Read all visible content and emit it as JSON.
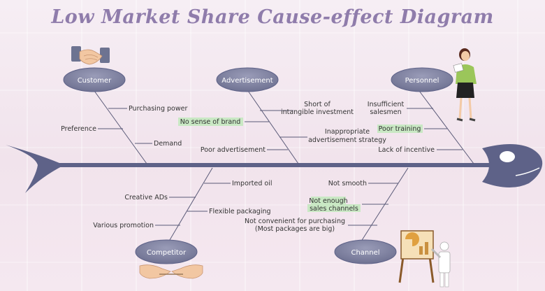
{
  "title": "Low Market Share Cause-effect Diagram",
  "colors": {
    "bone": "#5e6288",
    "category_fill": "#7a7d9c",
    "highlight": "#c9e8c4",
    "title": "#8f7cab"
  },
  "icons": {
    "customer": "handshake-icon",
    "personnel": "businesswoman-icon",
    "competitor": "hands-pulling-icon",
    "channel": "presentation-board-icon"
  },
  "categories": {
    "customer": "Customer",
    "advertisement": "Advertisement",
    "personnel": "Personnel",
    "competitor": "Competitor",
    "channel": "Channel"
  },
  "causes": {
    "customer": [
      "Purchasing power",
      "Preference",
      "Demand"
    ],
    "advertisement": {
      "short1": "Short of",
      "short2": "intangible investment",
      "brand": "No sense of brand",
      "inapp1": "Inappropriate",
      "inapp2": "advertisement strategy",
      "poor": "Poor advertisement"
    },
    "personnel": {
      "insuf1": "Insufficient",
      "insuf2": "salesmen",
      "training": "Poor training",
      "incentive": "Lack of incentive"
    },
    "competitor": {
      "oil": "Imported oil",
      "ads": "Creative ADs",
      "packaging": "Flexible packaging",
      "promotion": "Various promotion"
    },
    "channel": {
      "smooth": "Not smooth",
      "enough1": "Not enough",
      "enough2": "sales channels",
      "conv1": "Not convenient for purchasing",
      "conv2": "(Most packages are big)"
    }
  }
}
